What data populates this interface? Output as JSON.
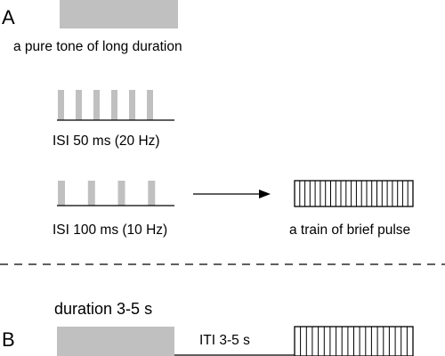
{
  "panel_a": {
    "letter": "A",
    "pure_tone_caption": "a pure tone of long duration",
    "isi_50_caption": "ISI 50 ms (20 Hz)",
    "isi_100_caption": "ISI 100 ms (10 Hz)",
    "pulse_train_caption": "a train of brief pulse",
    "isi_50_pulse_count": 6,
    "isi_100_pulse_count": 4,
    "pulse_train_line_count": 22
  },
  "panel_b": {
    "letter": "B",
    "duration_caption": "duration 3-5 s",
    "iti_caption": "ITI 3-5 s",
    "pulse_train_line_count": 19
  },
  "colors": {
    "stimulus_fill": "#c0c0c0",
    "line": "#000000",
    "divider": "#000000"
  }
}
